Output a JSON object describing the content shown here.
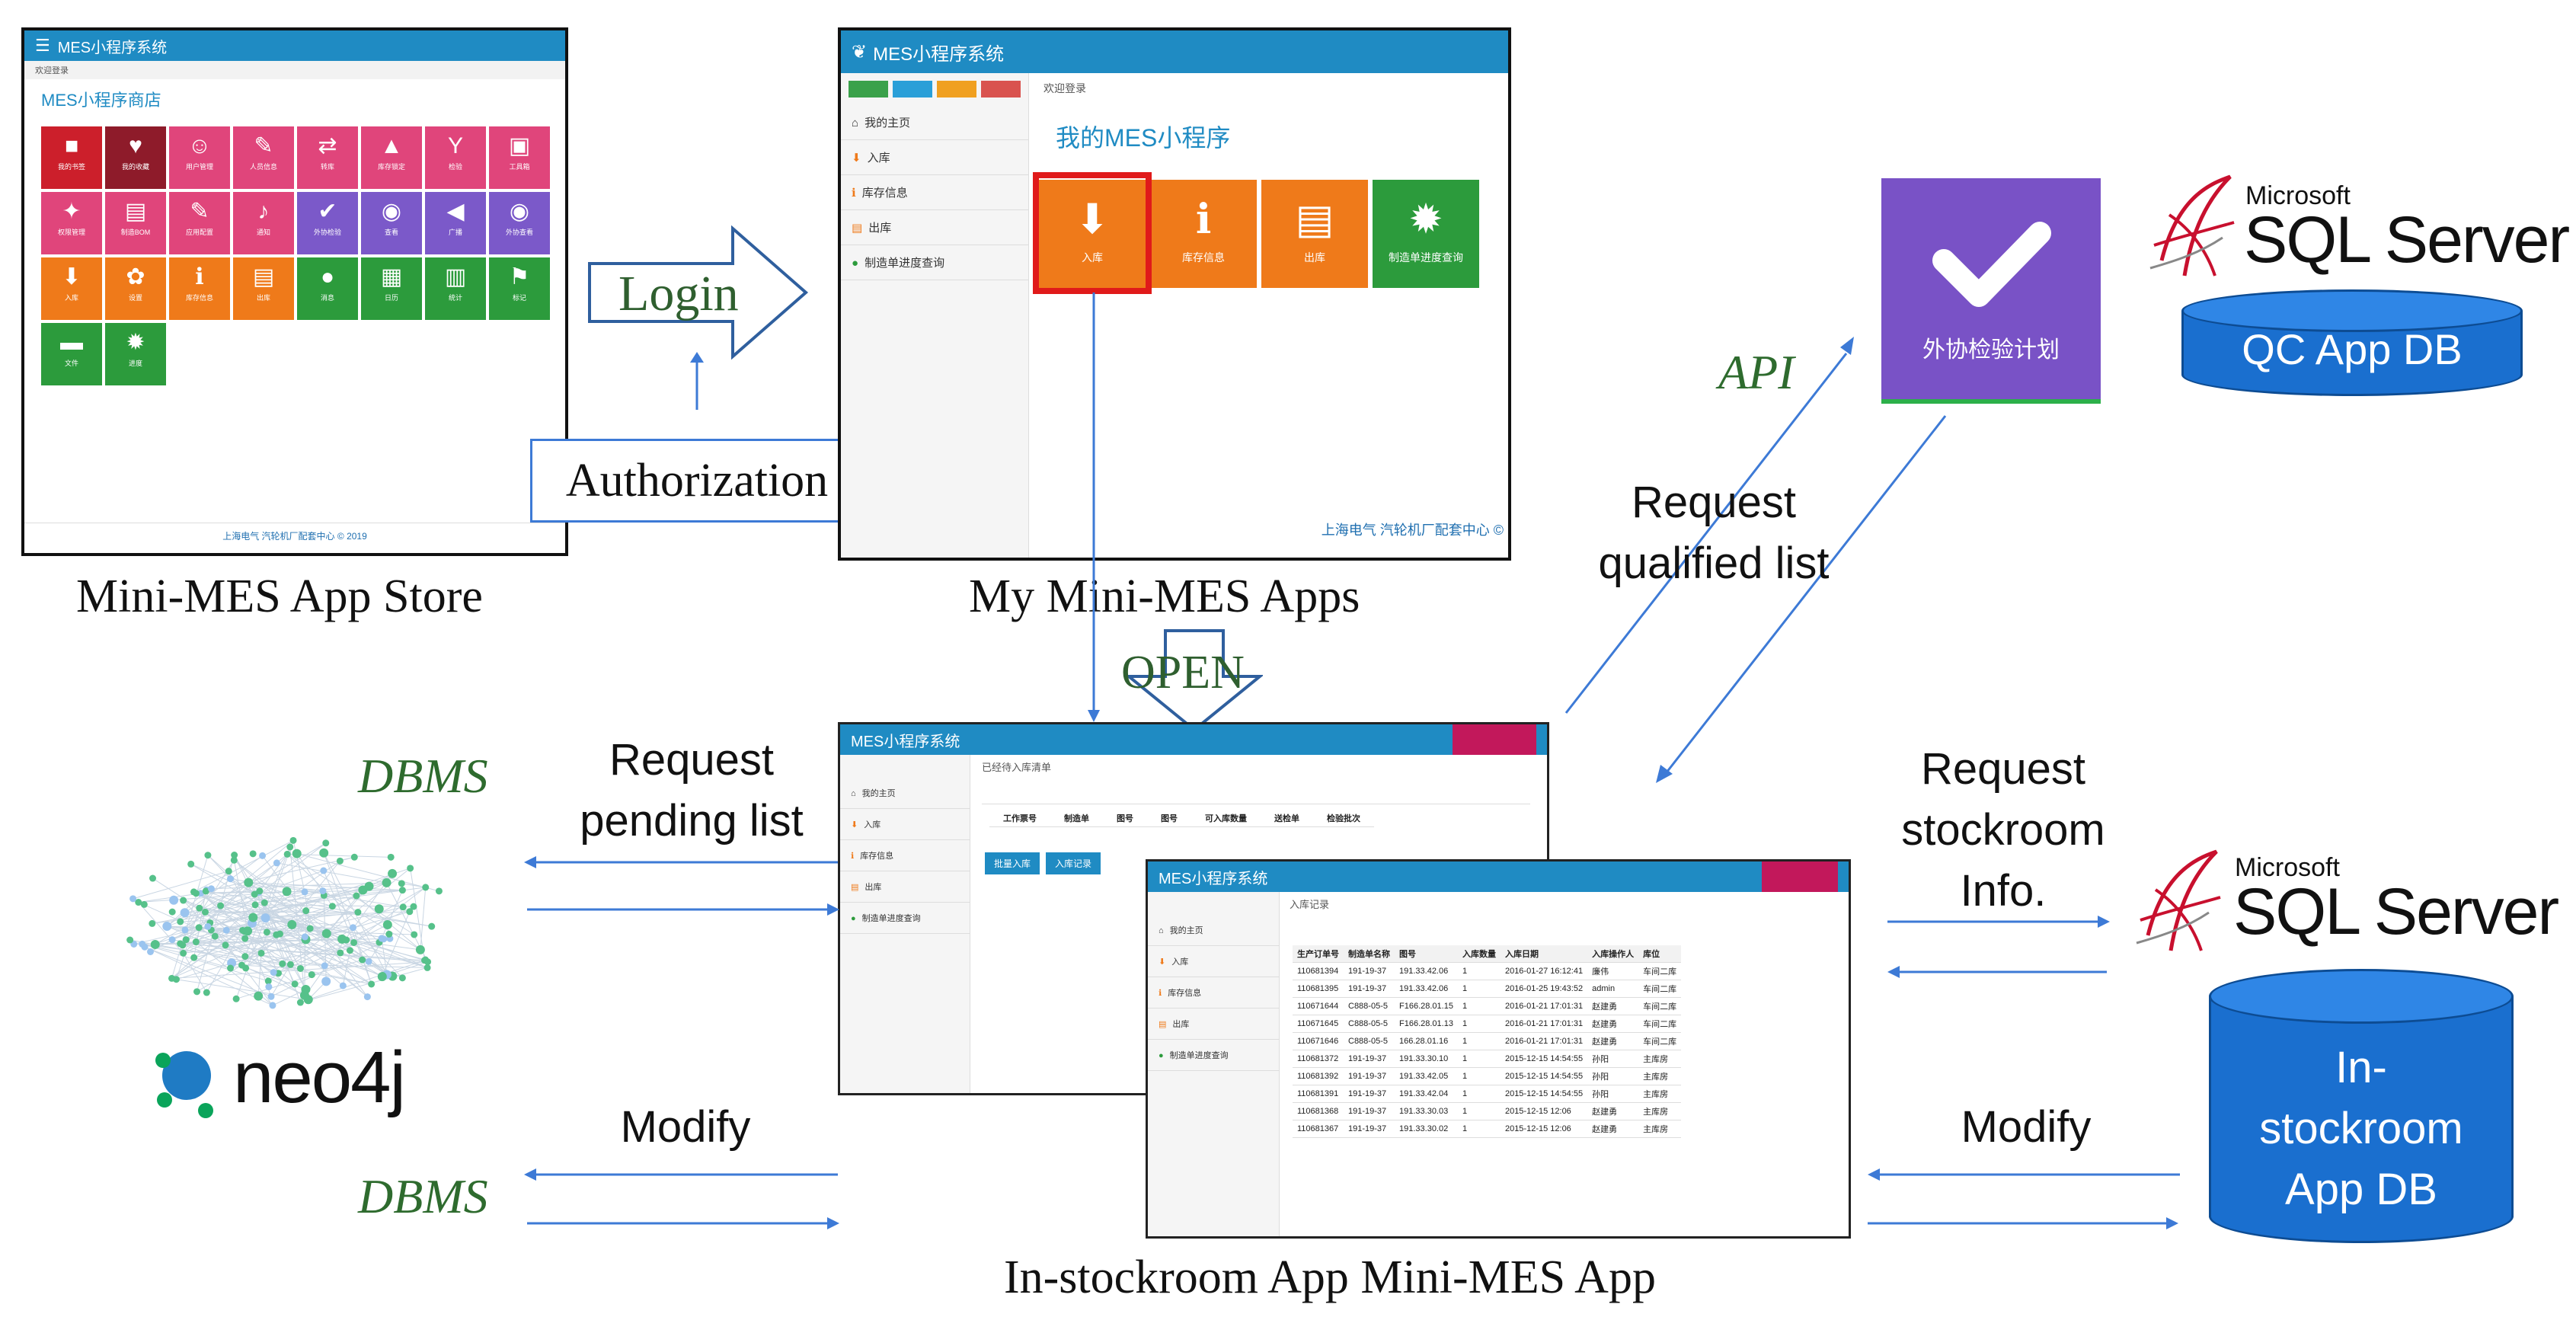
{
  "store": {
    "app_name": "MES小程序系统",
    "breadcrumb": "欢迎登录",
    "heading": "MES小程序商店",
    "caption": "Mini-MES App Store",
    "footer": "上海电气 汽轮机厂配套中心 © 2019",
    "tiles": [
      {
        "label": "我的书签",
        "color": "#cc1f2b",
        "glyph": "■"
      },
      {
        "label": "我的收藏",
        "color": "#8e1b2a",
        "glyph": "♥"
      },
      {
        "label": "用户管理",
        "color": "#e0457b",
        "glyph": "☺"
      },
      {
        "label": "人员信息",
        "color": "#e0457b",
        "glyph": "✎"
      },
      {
        "label": "转库",
        "color": "#e0457b",
        "glyph": "⇄"
      },
      {
        "label": "库存锁定",
        "color": "#e0457b",
        "glyph": "▲"
      },
      {
        "label": "检验",
        "color": "#e0457b",
        "glyph": "Y"
      },
      {
        "label": "工具箱",
        "color": "#e0457b",
        "glyph": "▣"
      },
      {
        "label": "权限管理",
        "color": "#e0457b",
        "glyph": "✦"
      },
      {
        "label": "制造BOM",
        "color": "#e0457b",
        "glyph": "▤"
      },
      {
        "label": "应用配置",
        "color": "#e0457b",
        "glyph": "✎"
      },
      {
        "label": "通知",
        "color": "#e0457b",
        "glyph": "♪"
      },
      {
        "label": "外协检验",
        "color": "#7b59c9",
        "glyph": "✔"
      },
      {
        "label": "查看",
        "color": "#7b59c9",
        "glyph": "◉"
      },
      {
        "label": "广播",
        "color": "#7b59c9",
        "glyph": "◀"
      },
      {
        "label": "外协查看",
        "color": "#7b59c9",
        "glyph": "◉"
      },
      {
        "label": "入库",
        "color": "#ef7a1a",
        "glyph": "⬇"
      },
      {
        "label": "设置",
        "color": "#ef7a1a",
        "glyph": "✿"
      },
      {
        "label": "库存信息",
        "color": "#ef7a1a",
        "glyph": "ℹ"
      },
      {
        "label": "出库",
        "color": "#ef7a1a",
        "glyph": "▤"
      },
      {
        "label": "消息",
        "color": "#2c9b3c",
        "glyph": "●"
      },
      {
        "label": "日历",
        "color": "#2c9b3c",
        "glyph": "▦"
      },
      {
        "label": "统计",
        "color": "#2c9b3c",
        "glyph": "▥"
      },
      {
        "label": "标记",
        "color": "#2c9b3c",
        "glyph": "⚑"
      },
      {
        "label": "文件",
        "color": "#2c9b3c",
        "glyph": "▬"
      },
      {
        "label": "进度",
        "color": "#2c9b3c",
        "glyph": "✹"
      }
    ]
  },
  "myapps": {
    "app_name": "MES小程序系统",
    "breadcrumb": "欢迎登录",
    "heading": "我的MES小程序",
    "caption": "My Mini-MES Apps",
    "footer": "上海电气 汽轮机厂配套中心 ©",
    "sidebar": [
      "我的主页",
      "入库",
      "库存信息",
      "出库",
      "制造单进度查询"
    ],
    "tiles": [
      {
        "label": "入库",
        "color": "#ef7a1a",
        "glyph": "⬇"
      },
      {
        "label": "库存信息",
        "color": "#ef7a1a",
        "glyph": "ℹ"
      },
      {
        "label": "出库",
        "color": "#ef7a1a",
        "glyph": "▤"
      },
      {
        "label": "制造单进度查询",
        "color": "#2c9b3c",
        "glyph": "✹"
      }
    ]
  },
  "login": {
    "label": "Login"
  },
  "authorization": {
    "label": "Authorization"
  },
  "open": {
    "label": "OPEN"
  },
  "qc_app": {
    "label": "外协检验计划",
    "color": "#7952c6"
  },
  "sql_top": {
    "brand": "Microsoft",
    "product": "SQL Server",
    "db": "QC App DB"
  },
  "sql_bottom": {
    "brand": "Microsoft",
    "product": "SQL Server",
    "db": "In-stockroom App DB"
  },
  "api": {
    "label": "API"
  },
  "request_qualified": {
    "label": "Request qualified list"
  },
  "dbms_top": {
    "label": "DBMS"
  },
  "dbms_bottom": {
    "label": "DBMS"
  },
  "request_pending": {
    "label": "Request pending list"
  },
  "request_stockroom": {
    "label": "Request stockroom Info."
  },
  "modify_left": {
    "label": "Modify"
  },
  "modify_right": {
    "label": "Modify"
  },
  "neo4j": {
    "label": "neo4j"
  },
  "bottom_caption": {
    "label": "In-stockroom App Mini-MES App"
  },
  "pending_window": {
    "app_name": "MES小程序系统",
    "breadcrumb": "已经待入库清单",
    "sidebar": [
      "我的主页",
      "入库",
      "库存信息",
      "出库",
      "制造单进度查询"
    ],
    "columns": [
      "工作票号",
      "制造单",
      "图号",
      "图号",
      "可入库数量",
      "送检单",
      "检验批次"
    ],
    "buttons": [
      "批量入库",
      "入库记录"
    ]
  },
  "stock_window": {
    "app_name": "MES小程序系统",
    "breadcrumb": "入库记录",
    "sidebar": [
      "我的主页",
      "入库",
      "库存信息",
      "出库",
      "制造单进度查询"
    ],
    "columns": [
      "生产订单号",
      "制造单名称",
      "图号",
      "入库数量",
      "入库日期",
      "入库操作人",
      "库位"
    ],
    "rows": [
      [
        "110681394",
        "191-19-37",
        "191.33.42.06",
        "1",
        "2016-01-27 16:12:41",
        "廉伟",
        "车间二库"
      ],
      [
        "110681395",
        "191-19-37",
        "191.33.42.06",
        "1",
        "2016-01-25 19:43:52",
        "admin",
        "车间二库"
      ],
      [
        "110671644",
        "C888-05-5",
        "F166.28.01.15",
        "1",
        "2016-01-21 17:01:31",
        "赵建勇",
        "车间二库"
      ],
      [
        "110671645",
        "C888-05-5",
        "F166.28.01.13",
        "1",
        "2016-01-21 17:01:31",
        "赵建勇",
        "车间二库"
      ],
      [
        "110671646",
        "C888-05-5",
        "166.28.01.16",
        "1",
        "2016-01-21 17:01:31",
        "赵建勇",
        "车间二库"
      ],
      [
        "110681372",
        "191-19-37",
        "191.33.30.10",
        "1",
        "2015-12-15 14:54:55",
        "孙阳",
        "主库房"
      ],
      [
        "110681392",
        "191-19-37",
        "191.33.42.05",
        "1",
        "2015-12-15 14:54:55",
        "孙阳",
        "主库房"
      ],
      [
        "110681391",
        "191-19-37",
        "191.33.42.04",
        "1",
        "2015-12-15 14:54:55",
        "孙阳",
        "主库房"
      ],
      [
        "110681368",
        "191-19-37",
        "191.33.30.03",
        "1",
        "2015-12-15 12:06",
        "赵建勇",
        "主库房"
      ],
      [
        "110681367",
        "191-19-37",
        "191.33.30.02",
        "1",
        "2015-12-15 12:06",
        "赵建勇",
        "主库房"
      ]
    ]
  }
}
